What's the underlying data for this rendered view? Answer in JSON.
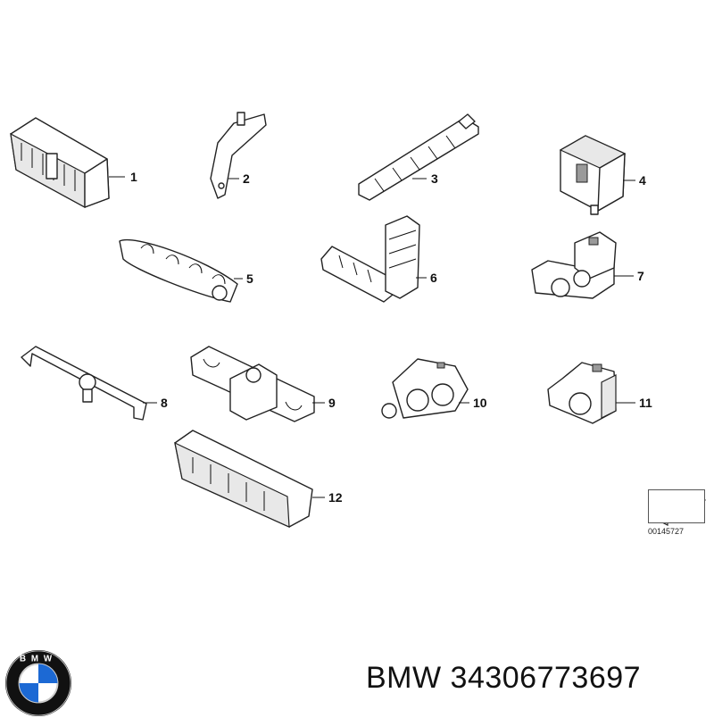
{
  "callouts": [
    "1",
    "2",
    "3",
    "4",
    "5",
    "6",
    "7",
    "8",
    "9",
    "10",
    "11",
    "12"
  ],
  "reference": {
    "code": "00145727"
  },
  "caption": {
    "brand": "BMW",
    "part_number": "34306773697"
  },
  "logo": {
    "letters": "BMW",
    "colors": {
      "blue": "#1c69d4",
      "white": "#ffffff",
      "ring": "#111111"
    }
  }
}
